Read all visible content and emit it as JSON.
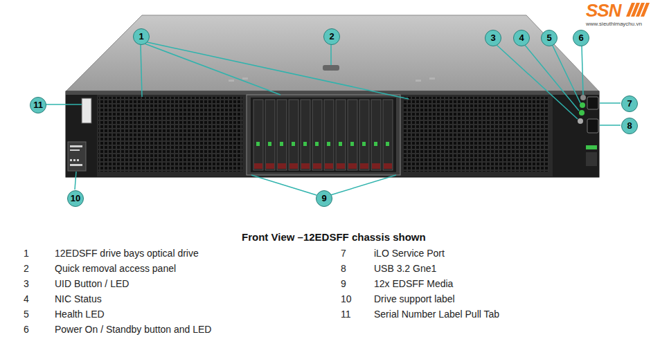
{
  "diagram": {
    "caption": "Front View –12EDSFF chassis shown",
    "labels": [
      "SSN",
      "www.sieuthimaychu.vn",
      "1",
      "2",
      "3",
      "4",
      "5",
      "6",
      "7",
      "8",
      "9",
      "10",
      "11",
      "1",
      "12EDSFF drive bays optical drive",
      "2",
      "Quick removal access panel",
      "3",
      "UID Button / LED",
      "4",
      "NIC Status",
      "5",
      "Health LED",
      "6",
      "Power On / Standby button and LED",
      "7",
      "iLO Service Port",
      "8",
      "USB 3.2 Gne1",
      "9",
      "12x EDSFF Media",
      "10",
      "Drive support label",
      "11",
      "Serial Number Label Pull Tab"
    ]
  }
}
